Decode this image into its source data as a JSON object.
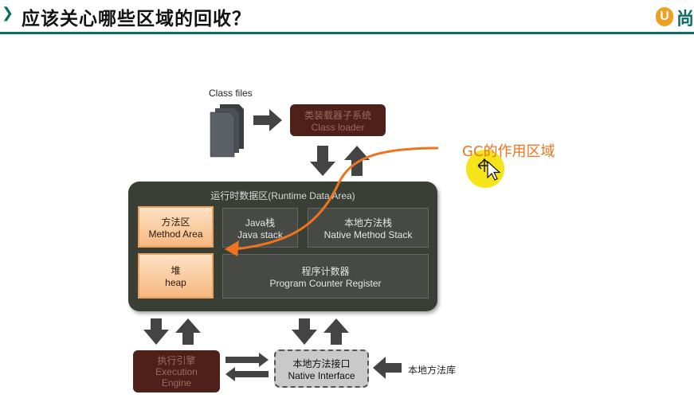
{
  "header": {
    "title": "应该关心哪些区域的回收？",
    "logo_text": "尚",
    "logo_mark": "U"
  },
  "diagram": {
    "class_files_label": "Class files",
    "class_loader": {
      "line1": "类装载器子系统",
      "line2": "Class loader"
    },
    "runtime_area_title": "运行时数据区(Runtime Data Area)",
    "method_area": {
      "line1": "方法区",
      "line2": "Method Area"
    },
    "java_stack": {
      "line1": "Java栈",
      "line2": "Java stack"
    },
    "native_method_stack": {
      "line1": "本地方法栈",
      "line2": "Native Method Stack"
    },
    "heap": {
      "line1": "堆",
      "line2": "heap"
    },
    "pc_register": {
      "line1": "程序计数器",
      "line2": "Program Counter Register"
    },
    "execution_engine": {
      "line1": "执行引擎",
      "line2": "Execution",
      "line3": "Engine"
    },
    "native_interface": {
      "line1": "本地方法接口",
      "line2": "Native Interface"
    },
    "native_library_label": "本地方法库",
    "gc_annotation": "GC的作用区域",
    "colors": {
      "annotation": "#f0741e",
      "accent": "#0f6b66",
      "highlight": "#f4e100"
    }
  }
}
